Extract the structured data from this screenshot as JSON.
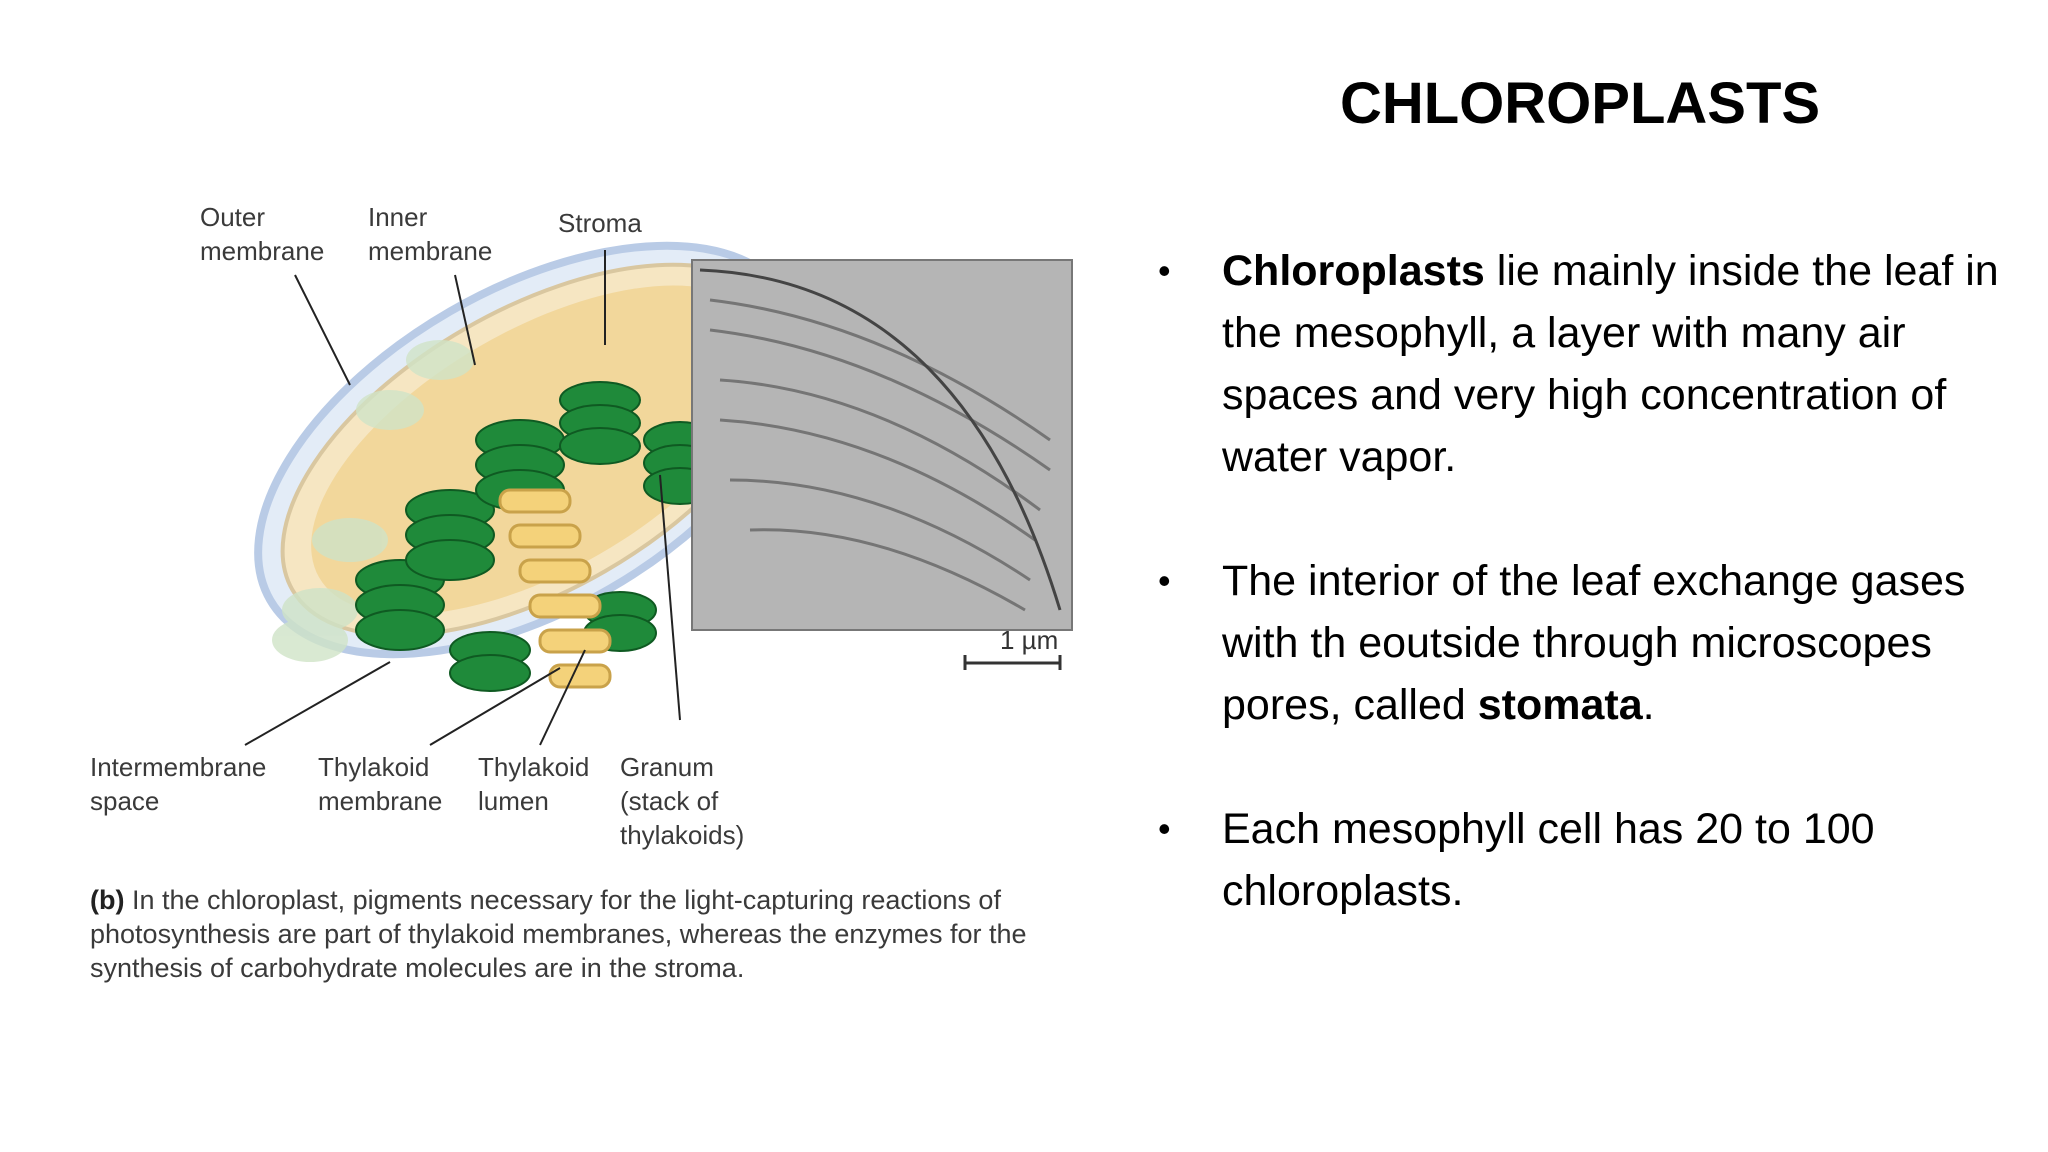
{
  "slide": {
    "title": "CHLOROPLASTS",
    "bullets": [
      {
        "bold_lead": "Chloroplasts",
        "text": " lie mainly inside the leaf in the mesophyll, a layer with many air spaces and very high concentration of water vapor."
      },
      {
        "text_before": "The interior of the leaf exchange gases with th eoutside through microscopes pores, called ",
        "bold_term": "stomata",
        "text_after": "."
      },
      {
        "text": "Each mesophyll cell has 20 to 100 chloroplasts."
      }
    ],
    "bullet_glyph": "•"
  },
  "figure": {
    "labels": {
      "outer_membrane": "Outer\nmembrane",
      "inner_membrane": "Inner\nmembrane",
      "stroma": "Stroma",
      "intermembrane_space": "Intermembrane\nspace",
      "thylakoid_membrane": "Thylakoid\nmembrane",
      "thylakoid_lumen": "Thylakoid\nlumen",
      "granum": "Granum\n(stack of\nthylakoids)"
    },
    "scale_bar": "1 µm",
    "caption_lead": "(b)",
    "caption_text": " In the chloroplast, pigments necessary for the light-capturing reactions of photosynthesis are part of thylakoid membranes, whereas the enzymes for the synthesis of carbohydrate molecules are in the stroma."
  },
  "colors": {
    "thylakoid_green": "#1f8a3a",
    "stroma_yellow": "#f1d494",
    "membrane_blue": "#b9cbe6",
    "micrograph_gray": "#9a9a9a"
  }
}
